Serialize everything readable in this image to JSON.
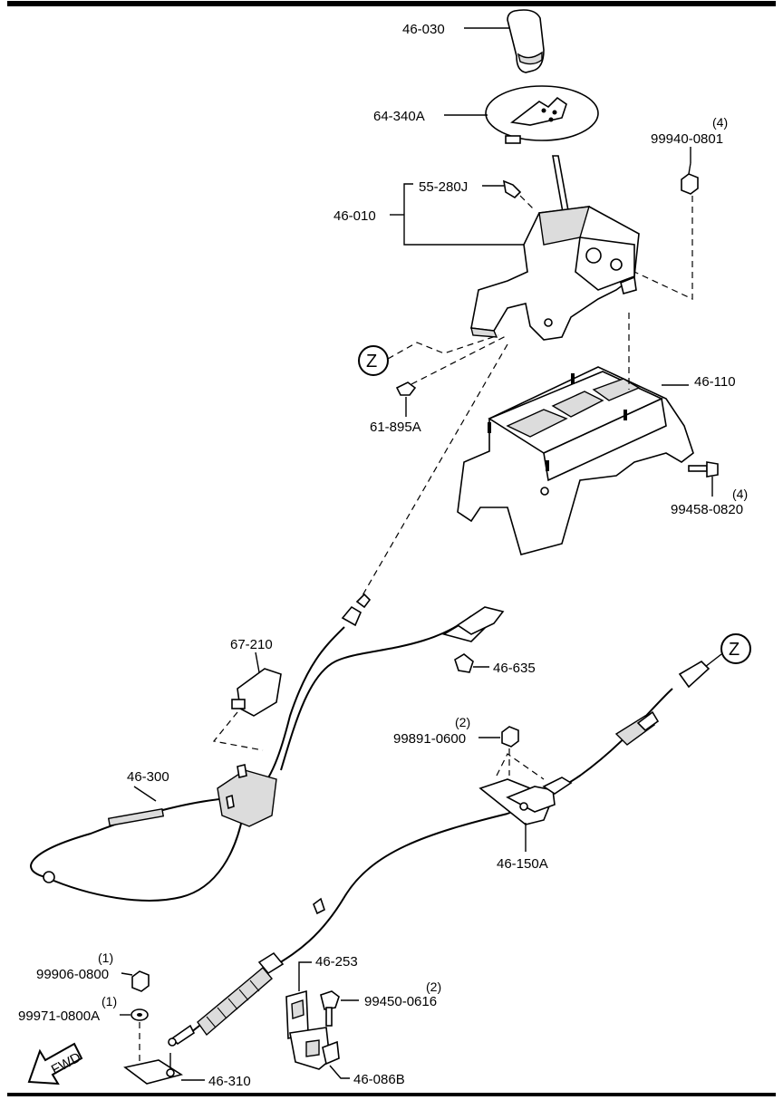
{
  "labels": {
    "p46_030": "46-030",
    "p64_340a": "64-340A",
    "p99940_0801": "99940-0801",
    "q99940_0801": "(4)",
    "p55_280j": "55-280J",
    "p46_010": "46-010",
    "z_top": "Z",
    "p61_895a": "61-895A",
    "p46_110": "46-110",
    "p99458_0820": "99458-0820",
    "q99458_0820": "(4)",
    "p67_210": "67-210",
    "p46_635": "46-635",
    "z_right": "Z",
    "p99891_0600": "99891-0600",
    "q99891_0600": "(2)",
    "p46_300": "46-300",
    "p46_150a": "46-150A",
    "p99906_0800": "99906-0800",
    "q99906_0800": "(1)",
    "p46_253": "46-253",
    "p99450_0616": "99450-0616",
    "q99450_0616": "(2)",
    "p99971_0800a": "99971-0800A",
    "q99971_0800a": "(1)",
    "p46_086b": "46-086B",
    "p46_310": "46-310",
    "fwd": "FWD"
  }
}
